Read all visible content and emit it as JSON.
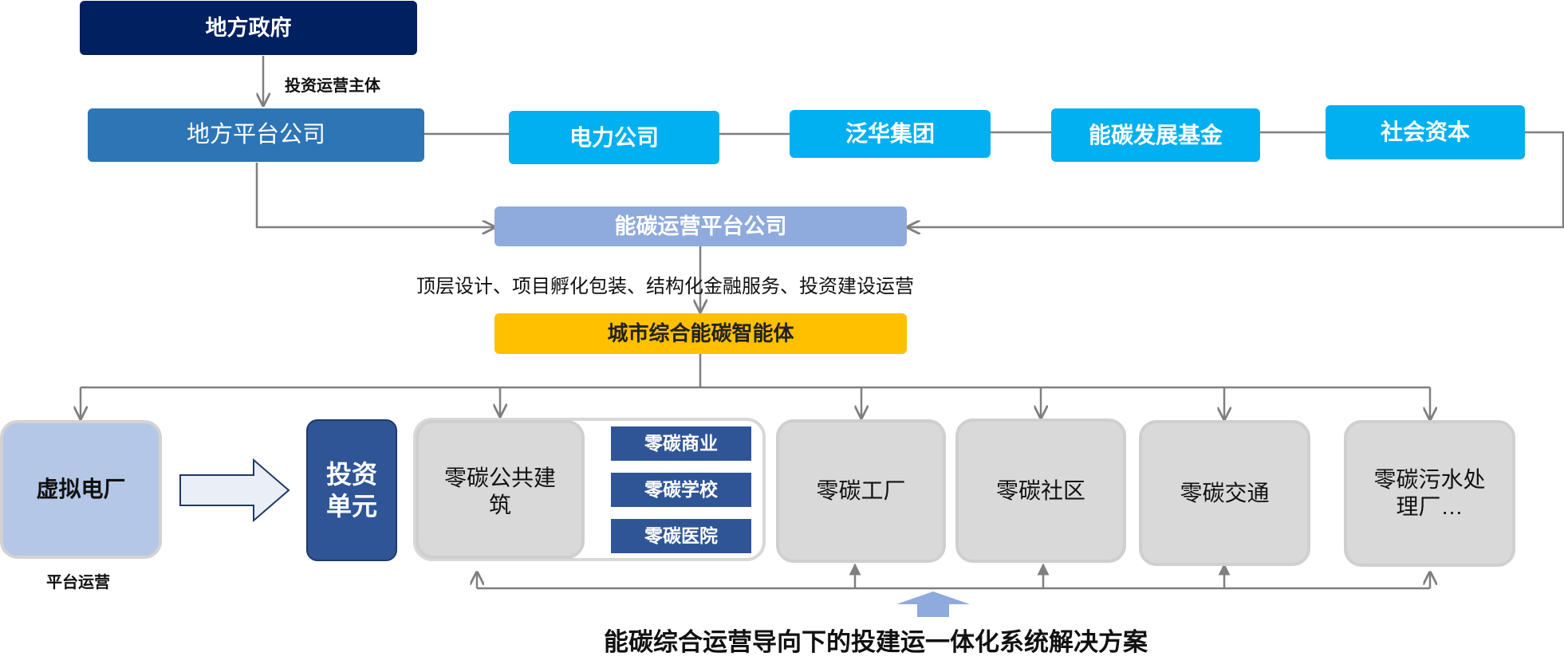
{
  "nodes": {
    "local_government": "地方政府",
    "local_platform_company": "地方平台公司",
    "power_company": "电力公司",
    "fanhua_group": "泛华集团",
    "energy_carbon_fund": "能碳发展基金",
    "social_capital": "社会资本",
    "energy_carbon_operation_platform": "能碳运营平台公司",
    "city_energy_carbon_agent": "城市综合能碳智能体",
    "virtual_power_plant": "虚拟电厂",
    "investment_unit": "投资单元",
    "zero_carbon_public_building": "零碳公共建筑",
    "zero_carbon_commerce": "零碳商业",
    "zero_carbon_school": "零碳学校",
    "zero_carbon_hospital": "零碳医院",
    "zero_carbon_factory": "零碳工厂",
    "zero_carbon_community": "零碳社区",
    "zero_carbon_transport": "零碳交通",
    "zero_carbon_sewage_plant": "零碳污水处理厂…"
  },
  "labels": {
    "investment_operation_subject": "投资运营主体",
    "platform_services": "顶层设计、项目孵化包装、结构化金融服务、投资建设运营",
    "platform_operation": "平台运营",
    "bottom_title": "能碳综合运营导向下的投建运一体化系统解决方案"
  },
  "colors": {
    "navy": "#00205f",
    "steel_blue": "#2e75b6",
    "cyan": "#00b0f0",
    "lavender": "#8faadc",
    "amber": "#ffc000",
    "light_blue": "#b4c7e7",
    "dark_blue": "#2f5597",
    "gray_box": "#d9d9d9",
    "connector": "#7f7f7f"
  }
}
